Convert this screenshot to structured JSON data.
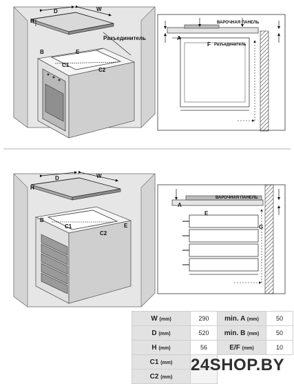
{
  "top_diagram": {
    "labels": {
      "h": "H",
      "d": "D",
      "w": "W",
      "b": "B",
      "c1": "C1",
      "c2": "C2",
      "e": "E",
      "disconnect": "Разъединитель"
    }
  },
  "top_section": {
    "labels": {
      "panel": "ВАРОЧНАЯ ПАНЕЛЬ",
      "a": "A",
      "f": "F",
      "disconnect": "Разъединитель"
    }
  },
  "bottom_diagram": {
    "labels": {
      "h": "H",
      "d": "D",
      "w": "W",
      "b": "B",
      "c1": "C1",
      "c2": "C2",
      "e": "E"
    }
  },
  "bottom_section": {
    "labels": {
      "panel": "ВАРОЧНАЯ ПАНЕЛЬ",
      "a": "A",
      "e": "E",
      "g": "G"
    }
  },
  "table": {
    "unit": "(mm)",
    "rows": [
      {
        "k1": "W",
        "v1": "290",
        "k2": "min. A",
        "v2": "50"
      },
      {
        "k1": "D",
        "v1": "520",
        "k2": "min. B",
        "v2": "50"
      },
      {
        "k1": "H",
        "v1": "56",
        "k2": "E/F",
        "v2": "10"
      },
      {
        "k1": "C1",
        "v1": "",
        "k2": "",
        "v2": ""
      },
      {
        "k1": "C2",
        "v1": "",
        "k2": "",
        "v2": ""
      }
    ]
  },
  "watermark": "24SHOP.BY"
}
